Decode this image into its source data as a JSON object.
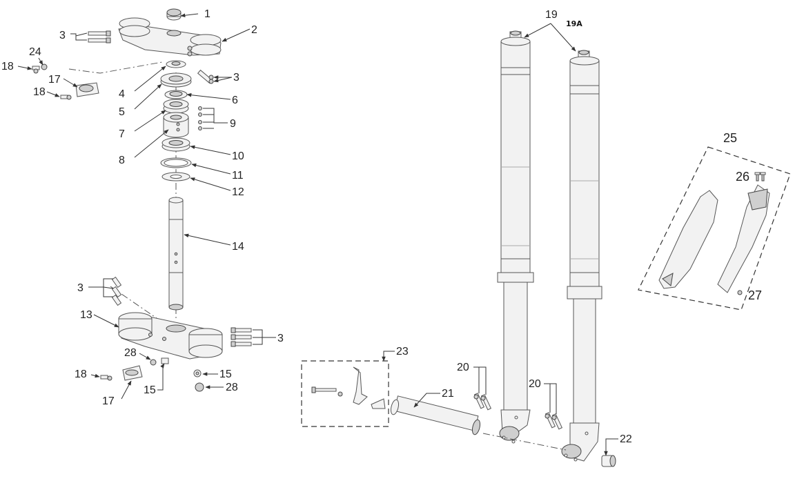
{
  "labels": {
    "p1": "1",
    "p2": "2",
    "p3a": "3",
    "p3b": "3",
    "p3c": "3",
    "p3d": "3",
    "p4": "4",
    "p5": "5",
    "p6": "6",
    "p7": "7",
    "p8": "8",
    "p9": "9",
    "p10": "10",
    "p11": "11",
    "p12": "12",
    "p13": "13",
    "p14": "14",
    "p15a": "15",
    "p15b": "15",
    "p17a": "17",
    "p17b": "17",
    "p18a": "18",
    "p18b": "18",
    "p18c": "18",
    "p19": "19",
    "p19a": "19A",
    "p20a": "20",
    "p20b": "20",
    "p21": "21",
    "p22": "22",
    "p23": "23",
    "p24": "24",
    "p25": "25",
    "p26": "26",
    "p27": "27",
    "p28a": "28",
    "p28b": "28"
  },
  "colors": {
    "line": "#333333",
    "part_fill": "#f2f2f2",
    "part_dark": "#cfcfcf"
  }
}
